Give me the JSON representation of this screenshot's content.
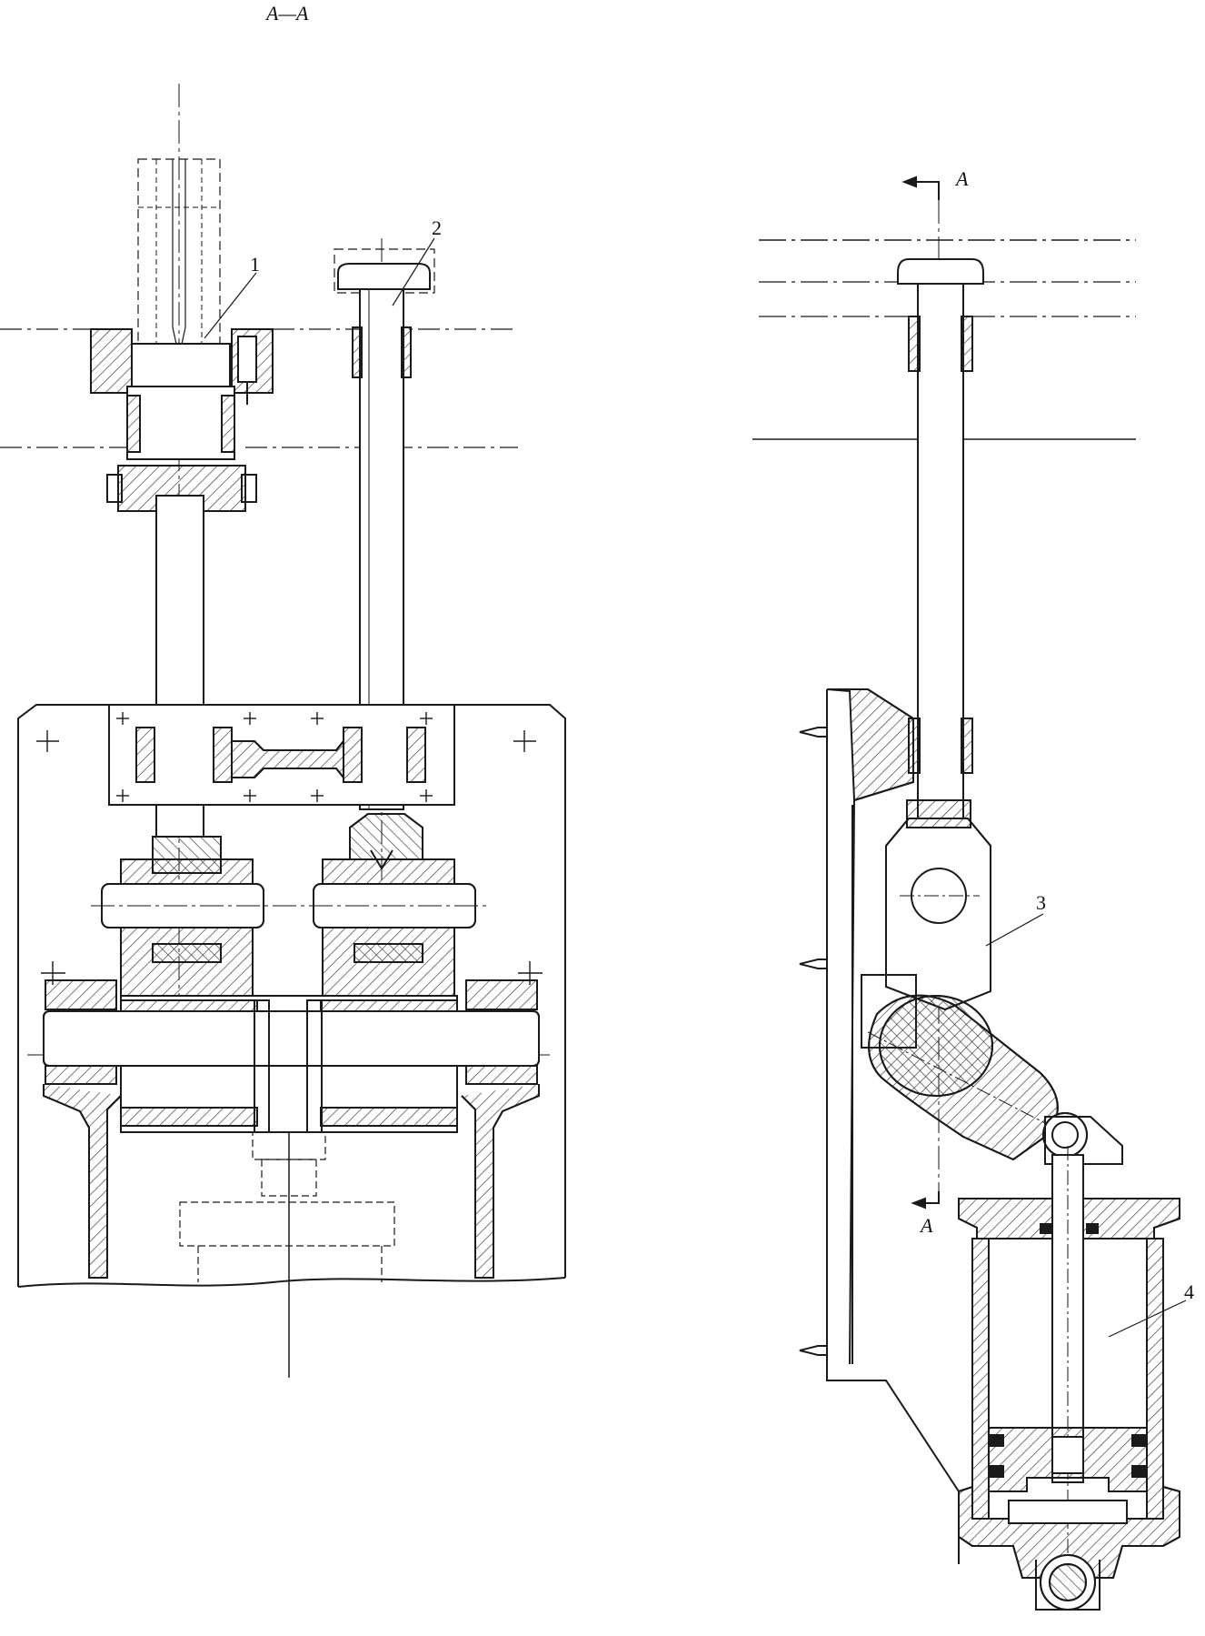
{
  "section_title": "A—A",
  "section_marks": {
    "top": "A",
    "bottom": "A"
  },
  "part_labels": {
    "p1": "1",
    "p2": "2",
    "p3": "3",
    "p4": "4"
  },
  "colors": {
    "line": "#1a1a1a",
    "hatch": "#333333",
    "background": "#ffffff"
  }
}
